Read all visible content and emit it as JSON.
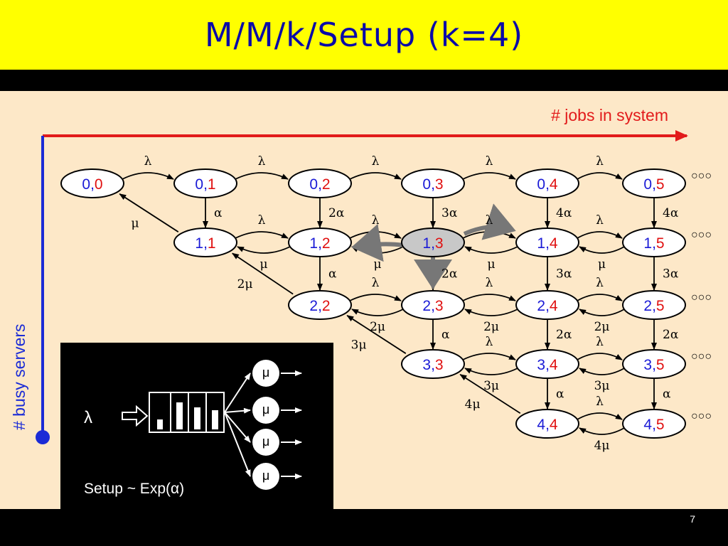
{
  "title": "M/M/k/Setup    (k=4)",
  "x_axis_label": "# jobs in system",
  "y_axis_label": "# busy servers",
  "page_number": "7",
  "colors": {
    "title_bg": "#ffff00",
    "title_text": "#0a0aa8",
    "stage_bg": "#fde8c8",
    "x_axis": "#e21b1b",
    "y_axis": "#1b2bd6",
    "servers_digit": "#1b1bd6",
    "jobs_digit": "#e01010",
    "highlight_state": "#c8c8c8",
    "highlight_arrow": "#777777"
  },
  "states": [
    {
      "id": "s00",
      "servers": "0",
      "jobs": "0"
    },
    {
      "id": "s01",
      "servers": "0",
      "jobs": "1"
    },
    {
      "id": "s02",
      "servers": "0",
      "jobs": "2"
    },
    {
      "id": "s03",
      "servers": "0",
      "jobs": "3"
    },
    {
      "id": "s04",
      "servers": "0",
      "jobs": "4"
    },
    {
      "id": "s05",
      "servers": "0",
      "jobs": "5"
    },
    {
      "id": "s11",
      "servers": "1",
      "jobs": "1"
    },
    {
      "id": "s12",
      "servers": "1",
      "jobs": "2"
    },
    {
      "id": "s13",
      "servers": "1",
      "jobs": "3",
      "highlight": true
    },
    {
      "id": "s14",
      "servers": "1",
      "jobs": "4"
    },
    {
      "id": "s15",
      "servers": "1",
      "jobs": "5"
    },
    {
      "id": "s22",
      "servers": "2",
      "jobs": "2"
    },
    {
      "id": "s23",
      "servers": "2",
      "jobs": "3"
    },
    {
      "id": "s24",
      "servers": "2",
      "jobs": "4"
    },
    {
      "id": "s25",
      "servers": "2",
      "jobs": "5"
    },
    {
      "id": "s33",
      "servers": "3",
      "jobs": "3"
    },
    {
      "id": "s34",
      "servers": "3",
      "jobs": "4"
    },
    {
      "id": "s35",
      "servers": "3",
      "jobs": "5"
    },
    {
      "id": "s44",
      "servers": "4",
      "jobs": "4"
    },
    {
      "id": "s45",
      "servers": "4",
      "jobs": "5"
    }
  ],
  "continuation": "○○○",
  "transitions": [
    {
      "from": "s00",
      "to": "s01",
      "label": "λ"
    },
    {
      "from": "s01",
      "to": "s02",
      "label": "λ"
    },
    {
      "from": "s02",
      "to": "s03",
      "label": "λ"
    },
    {
      "from": "s03",
      "to": "s04",
      "label": "λ"
    },
    {
      "from": "s04",
      "to": "s05",
      "label": "λ"
    },
    {
      "from": "s01",
      "to": "s11",
      "label": "α"
    },
    {
      "from": "s02",
      "to": "s12",
      "label": "2α"
    },
    {
      "from": "s03",
      "to": "s13",
      "label": "3α"
    },
    {
      "from": "s04",
      "to": "s14",
      "label": "4α"
    },
    {
      "from": "s05",
      "to": "s15",
      "label": "4α"
    },
    {
      "from": "s11",
      "to": "s00",
      "label": "μ"
    },
    {
      "from": "s11",
      "to": "s12",
      "label": "λ"
    },
    {
      "from": "s12",
      "to": "s11",
      "label": "μ"
    },
    {
      "from": "s12",
      "to": "s13",
      "label": "λ"
    },
    {
      "from": "s13",
      "to": "s12",
      "label": "μ"
    },
    {
      "from": "s13",
      "to": "s14",
      "label": "λ"
    },
    {
      "from": "s14",
      "to": "s13",
      "label": "μ"
    },
    {
      "from": "s14",
      "to": "s15",
      "label": "λ"
    },
    {
      "from": "s15",
      "to": "s14",
      "label": "μ"
    },
    {
      "from": "s12",
      "to": "s22",
      "label": "α"
    },
    {
      "from": "s13",
      "to": "s23",
      "label": "2α"
    },
    {
      "from": "s14",
      "to": "s24",
      "label": "3α"
    },
    {
      "from": "s15",
      "to": "s25",
      "label": "3α"
    },
    {
      "from": "s22",
      "to": "s11",
      "label": "2μ"
    },
    {
      "from": "s22",
      "to": "s23",
      "label": "λ"
    },
    {
      "from": "s23",
      "to": "s22",
      "label": "2μ"
    },
    {
      "from": "s23",
      "to": "s24",
      "label": "λ"
    },
    {
      "from": "s24",
      "to": "s23",
      "label": "2μ"
    },
    {
      "from": "s24",
      "to": "s25",
      "label": "λ"
    },
    {
      "from": "s25",
      "to": "s24",
      "label": "2μ"
    },
    {
      "from": "s23",
      "to": "s33",
      "label": "α"
    },
    {
      "from": "s24",
      "to": "s34",
      "label": "2α"
    },
    {
      "from": "s25",
      "to": "s35",
      "label": "2α"
    },
    {
      "from": "s33",
      "to": "s22",
      "label": "3μ"
    },
    {
      "from": "s33",
      "to": "s34",
      "label": "λ"
    },
    {
      "from": "s34",
      "to": "s33",
      "label": "3μ"
    },
    {
      "from": "s34",
      "to": "s35",
      "label": "λ"
    },
    {
      "from": "s35",
      "to": "s34",
      "label": "3μ"
    },
    {
      "from": "s34",
      "to": "s44",
      "label": "α"
    },
    {
      "from": "s35",
      "to": "s45",
      "label": "α"
    },
    {
      "from": "s44",
      "to": "s33",
      "label": "4μ"
    },
    {
      "from": "s44",
      "to": "s45",
      "label": "λ"
    },
    {
      "from": "s45",
      "to": "s44",
      "label": "4μ"
    }
  ],
  "inset": {
    "arrival_label": "λ",
    "server_labels": [
      "μ",
      "μ",
      "μ",
      "μ"
    ],
    "setup_caption": "Setup ~ Exp(α)"
  }
}
